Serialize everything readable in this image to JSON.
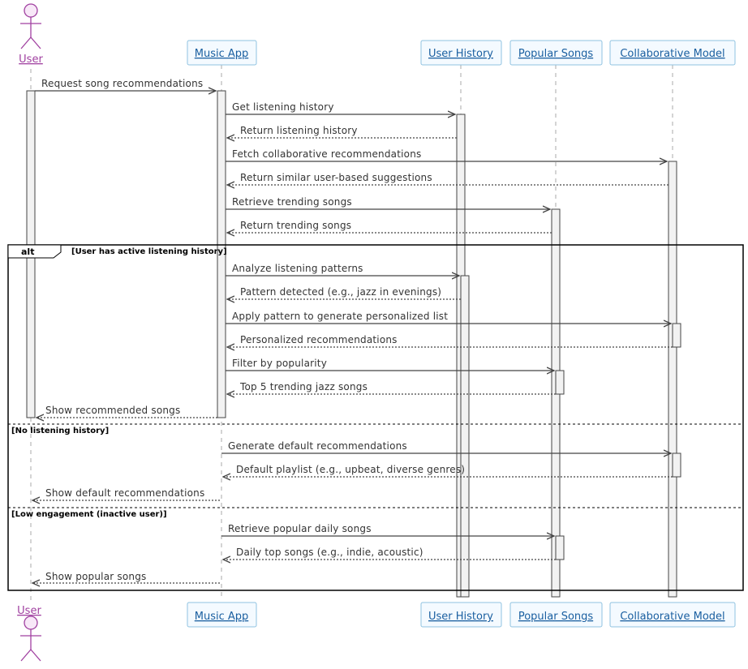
{
  "diagram": {
    "participants": [
      {
        "id": "user",
        "label": "User",
        "kind": "actor"
      },
      {
        "id": "app",
        "label": "Music App",
        "kind": "box"
      },
      {
        "id": "history",
        "label": "User History",
        "kind": "box"
      },
      {
        "id": "popular",
        "label": "Popular Songs",
        "kind": "box"
      },
      {
        "id": "collab",
        "label": "Collaborative Model",
        "kind": "box"
      }
    ],
    "messages": [
      {
        "from": "user",
        "to": "app",
        "text": "Request song recommendations",
        "style": "solid"
      },
      {
        "from": "app",
        "to": "history",
        "text": "Get listening history",
        "style": "solid"
      },
      {
        "from": "history",
        "to": "app",
        "text": "Return listening history",
        "style": "dashed"
      },
      {
        "from": "app",
        "to": "collab",
        "text": "Fetch collaborative recommendations",
        "style": "solid"
      },
      {
        "from": "collab",
        "to": "app",
        "text": "Return similar user-based suggestions",
        "style": "dashed"
      },
      {
        "from": "app",
        "to": "popular",
        "text": "Retrieve trending songs",
        "style": "solid"
      },
      {
        "from": "popular",
        "to": "app",
        "text": "Return trending songs",
        "style": "dashed"
      },
      {
        "from": "app",
        "to": "history",
        "text": "Analyze listening patterns",
        "style": "solid"
      },
      {
        "from": "history",
        "to": "app",
        "text": "Pattern detected (e.g., jazz in evenings)",
        "style": "dashed"
      },
      {
        "from": "app",
        "to": "collab",
        "text": "Apply pattern to generate personalized list",
        "style": "solid"
      },
      {
        "from": "collab",
        "to": "app",
        "text": "Personalized recommendations",
        "style": "dashed"
      },
      {
        "from": "app",
        "to": "popular",
        "text": "Filter by popularity",
        "style": "solid"
      },
      {
        "from": "popular",
        "to": "app",
        "text": "Top 5 trending jazz songs",
        "style": "dashed"
      },
      {
        "from": "app",
        "to": "user",
        "text": "Show recommended songs",
        "style": "dashed"
      },
      {
        "from": "app",
        "to": "collab",
        "text": "Generate default recommendations",
        "style": "solid"
      },
      {
        "from": "collab",
        "to": "app",
        "text": "Default playlist (e.g., upbeat, diverse genres)",
        "style": "dashed"
      },
      {
        "from": "app",
        "to": "user",
        "text": "Show default recommendations",
        "style": "dashed"
      },
      {
        "from": "app",
        "to": "popular",
        "text": "Retrieve popular daily songs",
        "style": "solid"
      },
      {
        "from": "popular",
        "to": "app",
        "text": "Daily top songs (e.g., indie, acoustic)",
        "style": "dashed"
      },
      {
        "from": "app",
        "to": "user",
        "text": "Show popular songs",
        "style": "dashed"
      }
    ],
    "alt_fragment": {
      "label": "alt",
      "guards": [
        "[User has active listening history]",
        "[No listening history]",
        "[Low engagement (inactive user)]"
      ]
    },
    "colors": {
      "line": "#444444",
      "box_border": "#8fc3e0",
      "box_fill": "#f4faff",
      "participant_text": "#1a5fa0",
      "actor": "#a040a0",
      "activation_fill": "#f2f2f2"
    }
  }
}
